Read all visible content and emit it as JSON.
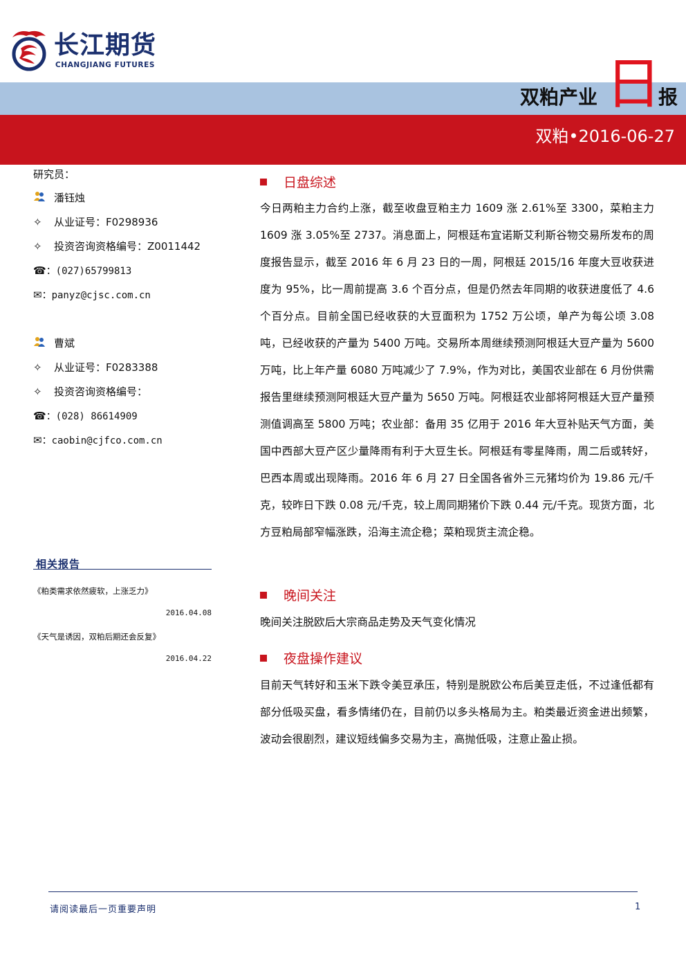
{
  "brand": {
    "name_cn": "长江期货",
    "name_en": "CHANGJIANG FUTURES",
    "color_primary": "#1a2f6e",
    "color_red": "#c8141d",
    "color_blue_band": "#a9c3e0"
  },
  "header": {
    "title_prefix": "双粕产业",
    "title_big": "日",
    "title_suffix": "报",
    "date_line": "双粕•2016-06-27"
  },
  "researchers": {
    "label": "研究员：",
    "people": [
      {
        "name": "潘钰烛",
        "cert": "从业证号：F0298936",
        "advisory": "投资咨询资格编号：Z0011442",
        "phone_icon": "☎",
        "phone": "：(027)65799813",
        "email_icon": "✉",
        "email": "：panyz@cjsc.com.cn"
      },
      {
        "name": "曹斌",
        "cert": "从业证号：F0283388",
        "advisory": "投资咨询资格编号：",
        "phone_icon": "☎",
        "phone": "：(028) 86614909",
        "email_icon": "✉",
        "email": "：caobin@cjfco.com.cn"
      }
    ],
    "diamond": "✧"
  },
  "related": {
    "title": "相关报告",
    "items": [
      {
        "title": "《粕类需求依然疲软，上涨乏力》",
        "date": "2016.04.08"
      },
      {
        "title": "《天气是诱因，双粕后期还会反复》",
        "date": "2016.04.22"
      }
    ]
  },
  "sections": [
    {
      "heading": "日盘综述",
      "body": "今日两粕主力合约上涨，截至收盘豆粕主力 1609 涨 2.61%至 3300，菜粕主力 1609 涨 3.05%至 2737。消息面上，阿根廷布宜诺斯艾利斯谷物交易所发布的周度报告显示，截至 2016 年 6 月 23 日的一周，阿根廷 2015/16 年度大豆收获进度为 95%，比一周前提高 3.6 个百分点，但是仍然去年同期的收获进度低了 4.6 个百分点。目前全国已经收获的大豆面积为 1752 万公顷，单产为每公顷 3.08 吨，已经收获的产量为 5400 万吨。交易所本周继续预测阿根廷大豆产量为 5600 万吨，比上年产量 6080 万吨减少了 7.9%，作为对比，美国农业部在 6 月份供需报告里继续预测阿根廷大豆产量为 5650 万吨。阿根廷农业部将阿根廷大豆产量预测值调高至 5800 万吨；农业部：备用 35 亿用于 2016 年大豆补贴天气方面，美国中西部大豆产区少量降雨有利于大豆生长。阿根廷有零星降雨，周二后或转好，巴西本周或出现降雨。2016 年 6 月 27 日全国各省外三元猪均价为 19.86 元/千克，较昨日下跌 0.08 元/千克，较上周同期猪价下跌 0.44 元/千克。现货方面，北方豆粕局部窄幅涨跌，沿海主流企稳；菜粕现货主流企稳。"
    },
    {
      "heading": "晚间关注",
      "body": "晚间关注脱欧后大宗商品走势及天气变化情况"
    },
    {
      "heading": "夜盘操作建议",
      "body": "目前天气转好和玉米下跌令美豆承压，特别是脱欧公布后美豆走低，不过逢低都有部分低吸买盘，看多情绪仍在，目前仍以多头格局为主。粕类最近资金进出频繁，波动会很剧烈，建议短线偏多交易为主，高抛低吸，注意止盈止损。"
    }
  ],
  "footer": {
    "disclaimer": "请阅读最后一页重要声明",
    "page": "1"
  }
}
